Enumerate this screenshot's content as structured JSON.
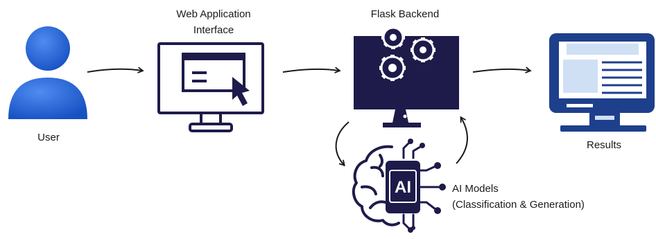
{
  "nodes": {
    "user": {
      "label": "User",
      "icon": "user-icon"
    },
    "web_app": {
      "label_line1": "Web Application",
      "label_line2": "Interface",
      "icon": "monitor-cursor-icon"
    },
    "flask": {
      "label": "Flask Backend",
      "icon": "monitor-gears-icon"
    },
    "ai": {
      "label_line1": "AI Models",
      "label_line2": "(Classification & Generation)",
      "icon_text": "AI",
      "icon": "ai-brain-icon"
    },
    "results": {
      "label": "Results",
      "icon": "results-monitor-icon"
    }
  },
  "colors": {
    "navy": "#1e1b4b",
    "user_blue": "#1f63d6",
    "results_blue": "#1e3f8c",
    "results_light": "#cfe0f5"
  }
}
